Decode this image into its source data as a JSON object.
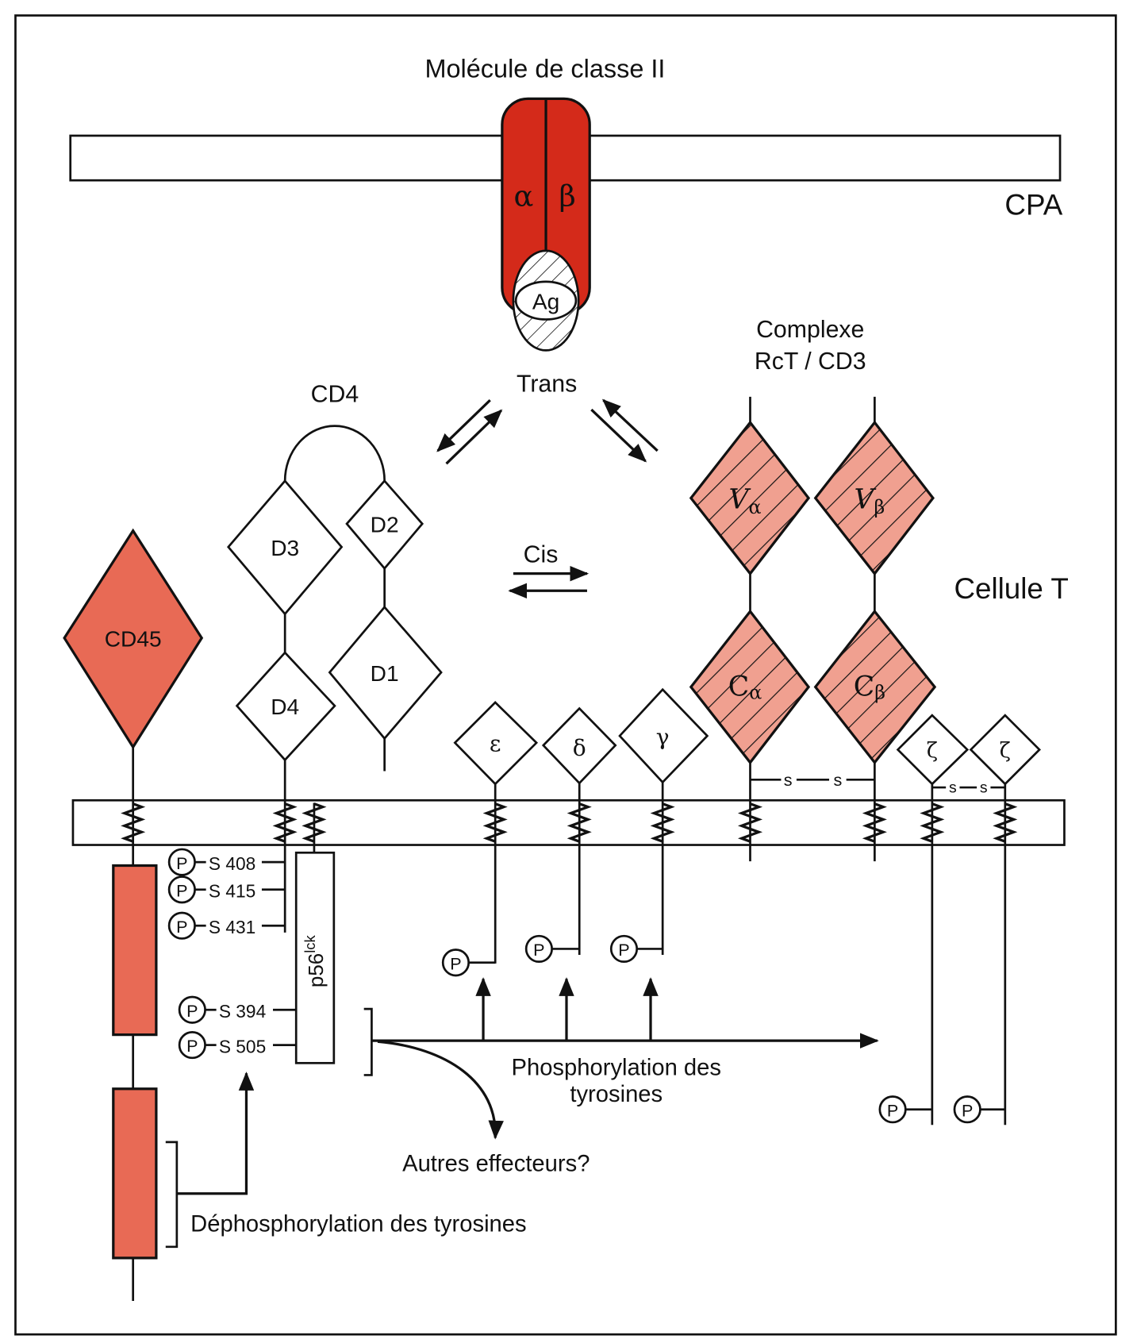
{
  "title": "Molécule de classe II",
  "apc_label": "CPA",
  "tcell_label": "Cellule T",
  "mhc": {
    "alpha": "α",
    "beta": "β",
    "antigen": "Ag"
  },
  "interactions": {
    "trans": "Trans",
    "cis": "Cis"
  },
  "tcr_complex": {
    "line1": "Complexe",
    "line2": "RcT / CD3"
  },
  "cd4": {
    "label": "CD4",
    "domains": [
      "D1",
      "D2",
      "D3",
      "D4"
    ]
  },
  "cd45": {
    "label": "CD45"
  },
  "tcr_domains": {
    "v_alpha": "V",
    "v_alpha_sub": "α",
    "v_beta": "V",
    "v_beta_sub": "β",
    "c_alpha": "C",
    "c_alpha_sub": "α",
    "c_beta": "C",
    "c_beta_sub": "β"
  },
  "cd3_chains": {
    "epsilon": "ε",
    "delta": "δ",
    "gamma": "γ",
    "zeta1": "ζ",
    "zeta2": "ζ"
  },
  "disulfide": {
    "s": "s"
  },
  "phospho": {
    "p": "P"
  },
  "cd4_sites": [
    "S 408",
    "S 415",
    "S 431"
  ],
  "lck_sites": [
    "S 394",
    "S 505"
  ],
  "lck": {
    "name": "p56",
    "sup": "lck"
  },
  "captions": {
    "phosphorylation_line1": "Phosphorylation des",
    "phosphorylation_line2": "tyrosines",
    "other_effectors": "Autres effecteurs?",
    "dephosphorylation": "Déphosphorylation des tyrosines"
  },
  "colors": {
    "mhc_red": "#d42a1a",
    "salmon": "#e86a55",
    "light_salmon": "#f0a090"
  }
}
